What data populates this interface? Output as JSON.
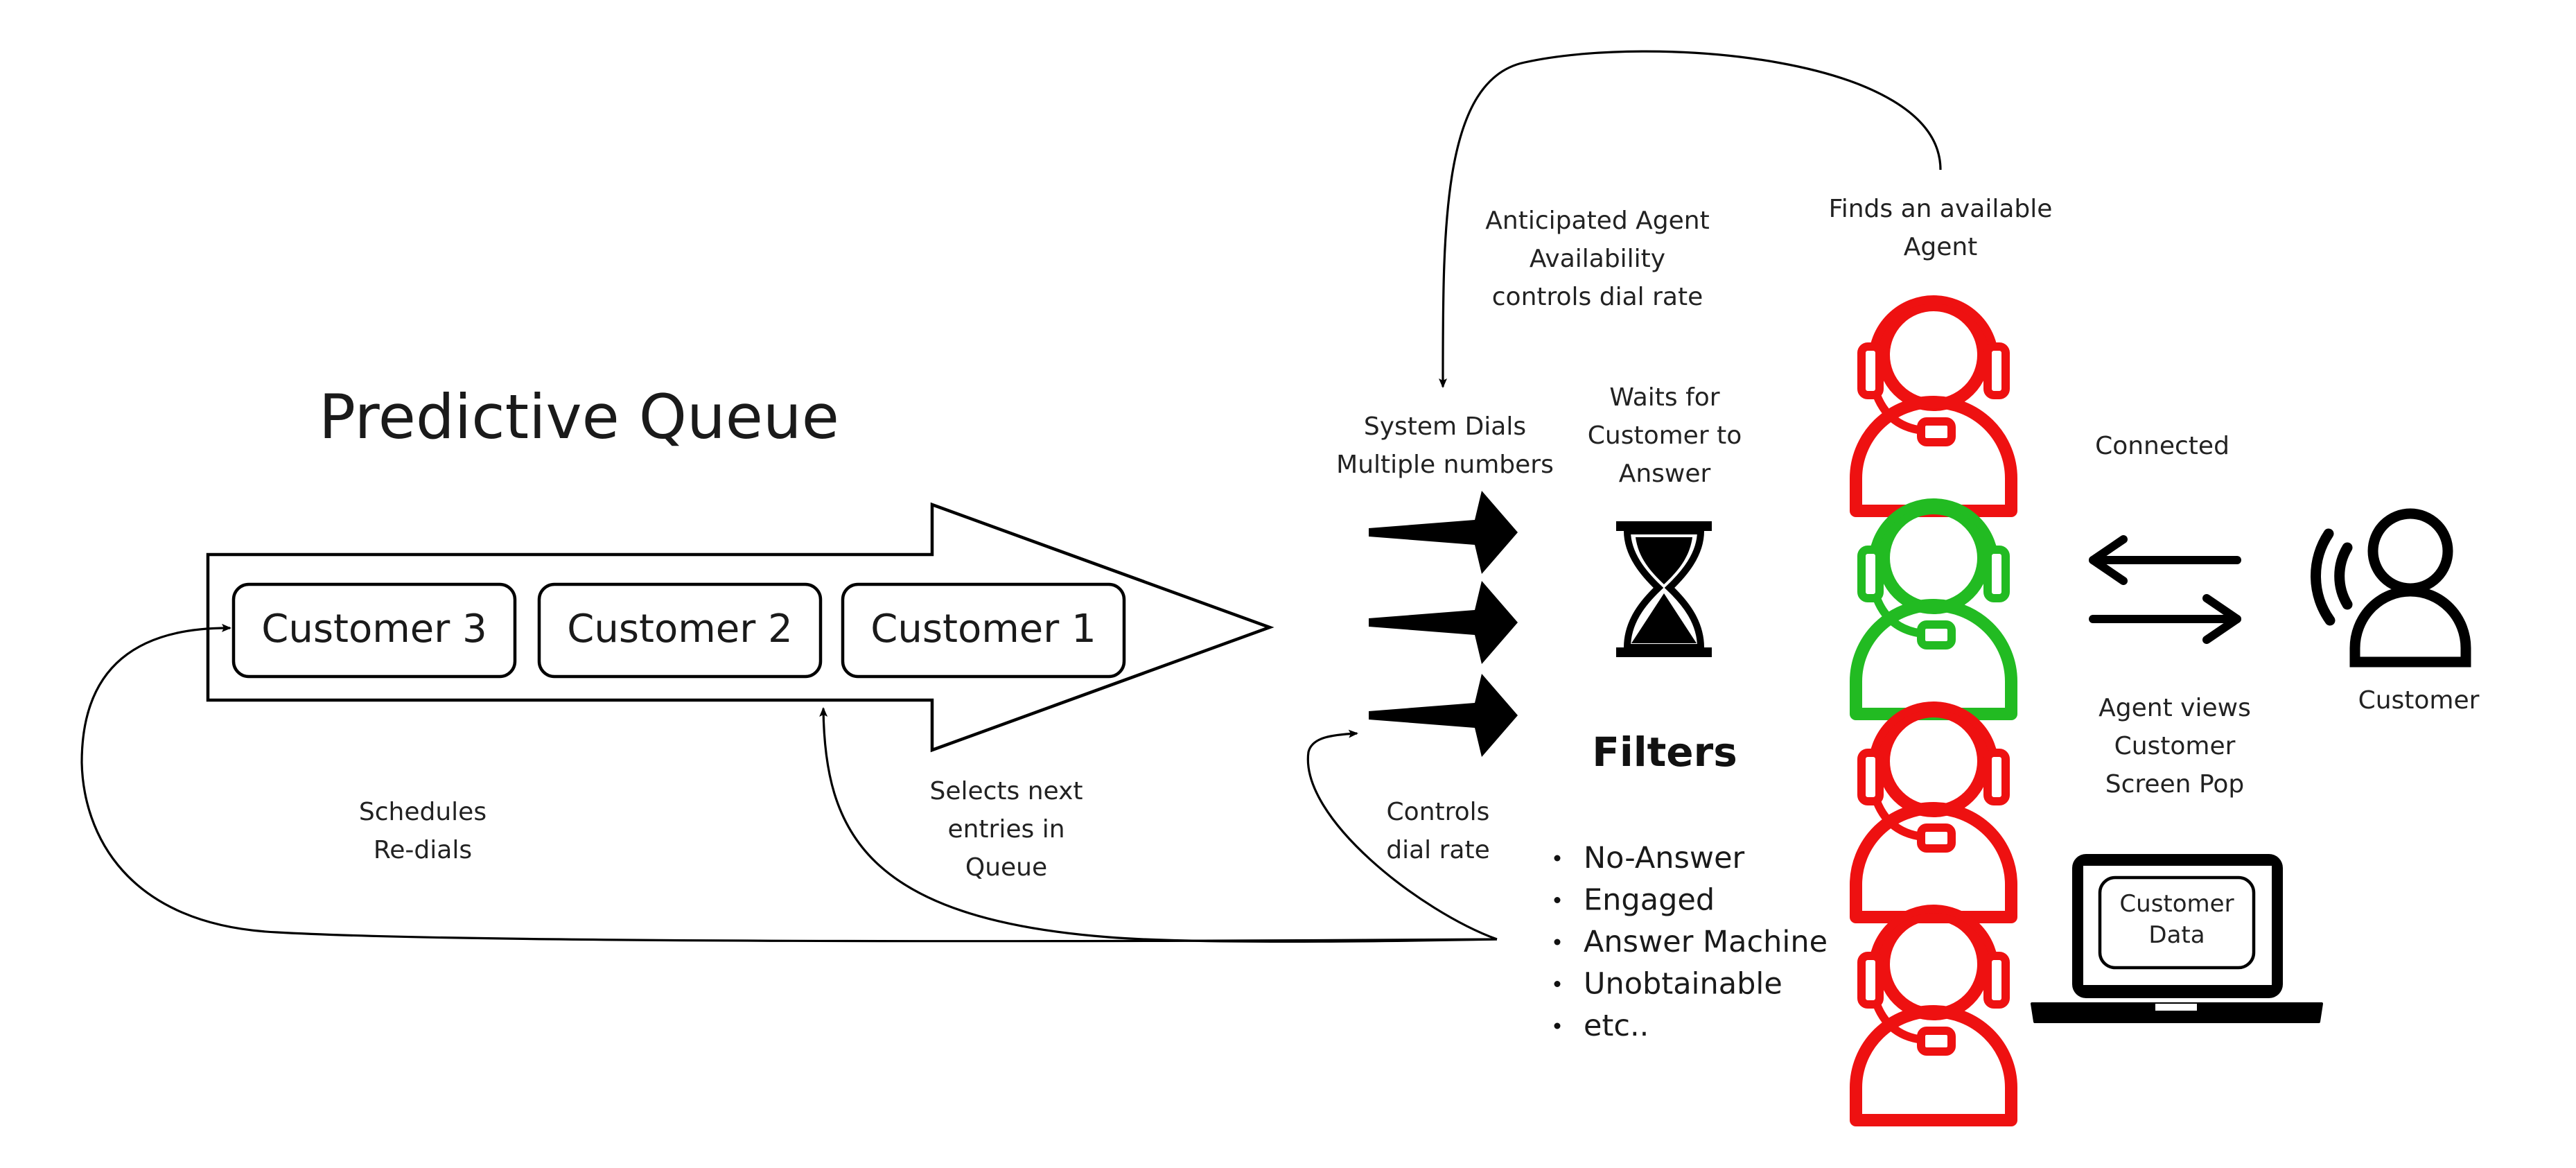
{
  "title": "Predictive Queue",
  "queue": {
    "customers": [
      "Customer 3",
      "Customer 2",
      "Customer 1"
    ]
  },
  "labels": {
    "anticipated": [
      "Anticipated Agent",
      "Availability",
      "controls dial rate"
    ],
    "finds_agent": [
      "Finds an available",
      "Agent"
    ],
    "system_dials": [
      "System Dials",
      "Multiple numbers"
    ],
    "waits_for": [
      "Waits for",
      "Customer to",
      "Answer"
    ],
    "connected": "Connected",
    "agent_views": [
      "Agent views",
      "Customer",
      "Screen Pop"
    ],
    "customer": "Customer",
    "schedules": [
      "Schedules",
      "Re-dials"
    ],
    "selects_next": [
      "Selects next",
      "entries in",
      "Queue"
    ],
    "controls": [
      "Controls",
      "dial rate"
    ]
  },
  "filters": {
    "heading": "Filters",
    "items": [
      "No-Answer",
      "Engaged",
      "Answer Machine",
      "Unobtainable",
      "etc.."
    ]
  },
  "laptop_screen": [
    "Customer",
    "Data"
  ],
  "agents": [
    {
      "status": "busy"
    },
    {
      "status": "available"
    },
    {
      "status": "busy"
    },
    {
      "status": "busy"
    }
  ],
  "colors": {
    "busy": "#ee1111",
    "available": "#22bb22",
    "ink": "#000000"
  }
}
